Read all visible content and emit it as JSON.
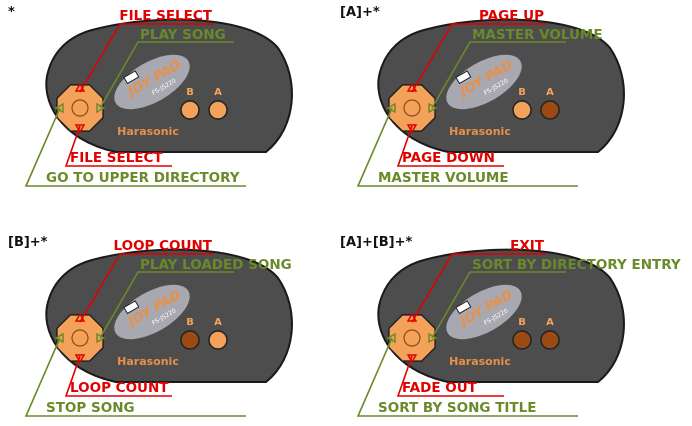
{
  "controller": {
    "brand": "Harasonic",
    "logo": "JOY PAD",
    "model": "FS-JS220",
    "button_b": "B",
    "button_a": "A"
  },
  "colors": {
    "body": "#4d4d4d",
    "body_outline": "#1a1a1a",
    "accent": "#f4a25a",
    "accent_dark": "#9a4a12",
    "red_label": "#e00000",
    "green_label": "#6a8a2a",
    "brand_text": "#e8904a",
    "badge": "#a8a8b0"
  },
  "panels": [
    {
      "combo": "*",
      "up": "FILE SELECT",
      "right": "PLAY SONG",
      "down": "FILE SELECT",
      "left": "GO TO UPPER DIRECTORY",
      "a_pressed": false,
      "b_pressed": false
    },
    {
      "combo": "[A]+*",
      "up": "PAGE UP",
      "right": "MASTER VOLUME",
      "down": "PAGE DOWN",
      "left": "MASTER VOLUME",
      "a_pressed": true,
      "b_pressed": false
    },
    {
      "combo": "[B]+*",
      "up": "LOOP COUNT",
      "right": "PLAY LOADED SONG",
      "down": "LOOP COUNT",
      "left": "STOP SONG",
      "a_pressed": false,
      "b_pressed": true
    },
    {
      "combo": "[A]+[B]+*",
      "up": "EXIT",
      "right": "SORT BY DIRECTORY ENTRY",
      "down": "FADE OUT",
      "left": "SORT BY SONG TITLE",
      "a_pressed": true,
      "b_pressed": true
    }
  ]
}
